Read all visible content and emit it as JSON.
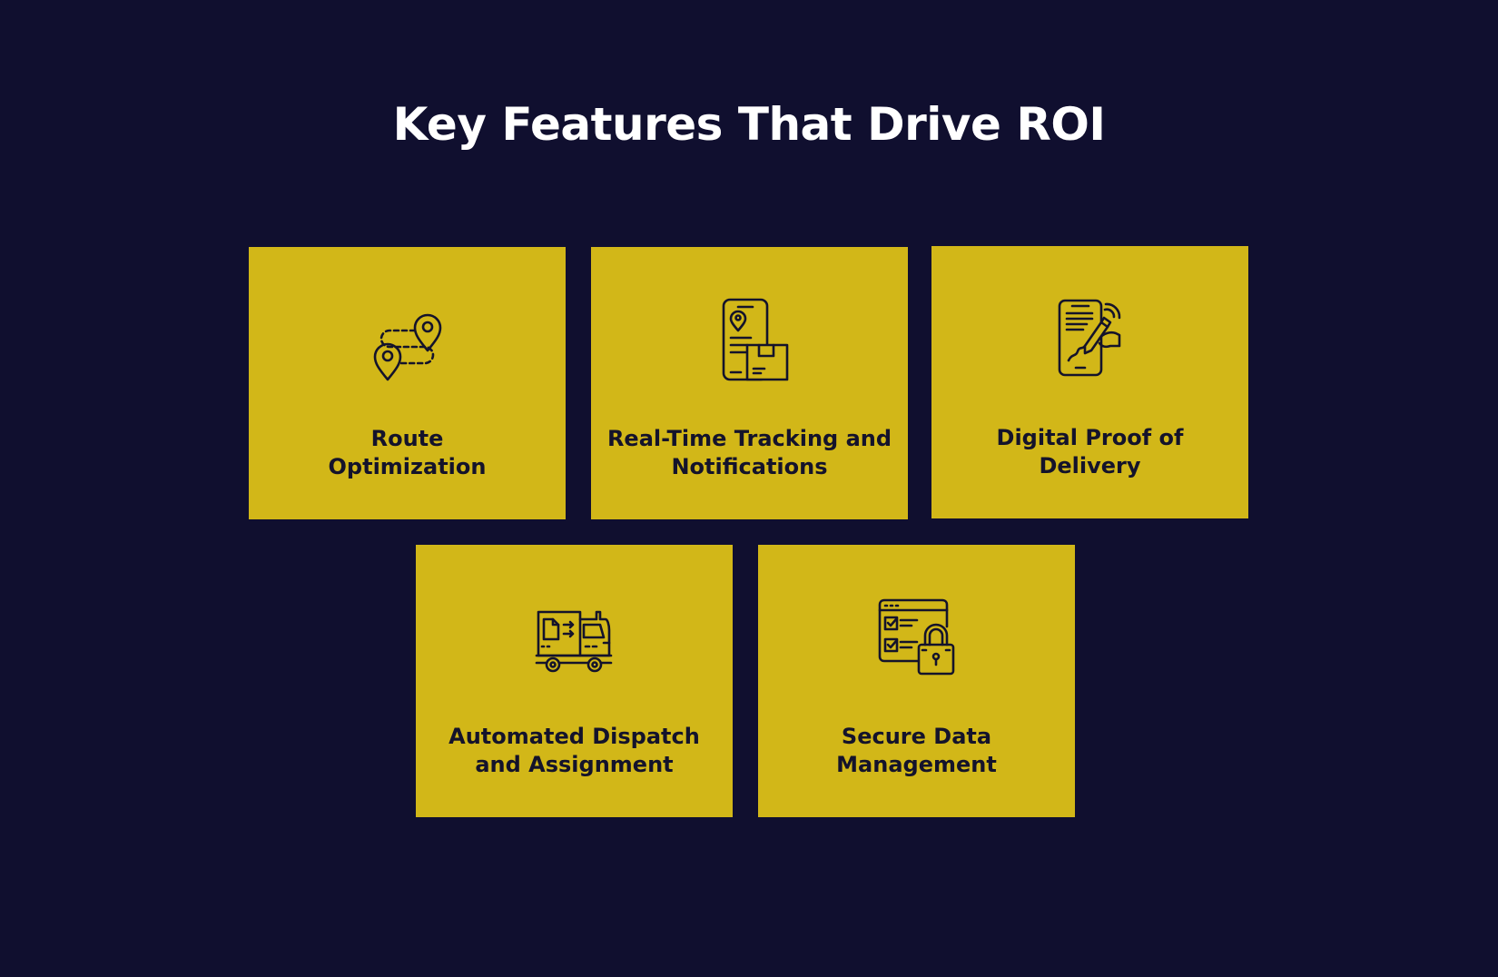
{
  "title": "Key Features That Drive ROI",
  "colors": {
    "background": "#100f2f",
    "card": "#d2b718",
    "text": "#14132b",
    "title": "#ffffff"
  },
  "features": [
    {
      "label_line1": "Route",
      "label_line2": "Optimization",
      "icon": "route-pins-icon"
    },
    {
      "label_line1": "Real-Time Tracking and",
      "label_line2": "Notifications",
      "icon": "phone-tracking-package-icon"
    },
    {
      "label_line1": "Digital Proof of",
      "label_line2": "Delivery",
      "icon": "phone-signature-icon"
    },
    {
      "label_line1": "Automated Dispatch",
      "label_line2": "and Assignment",
      "icon": "dispatch-truck-icon"
    },
    {
      "label_line1": "Secure Data",
      "label_line2": "Management",
      "icon": "secure-browser-lock-icon"
    }
  ]
}
